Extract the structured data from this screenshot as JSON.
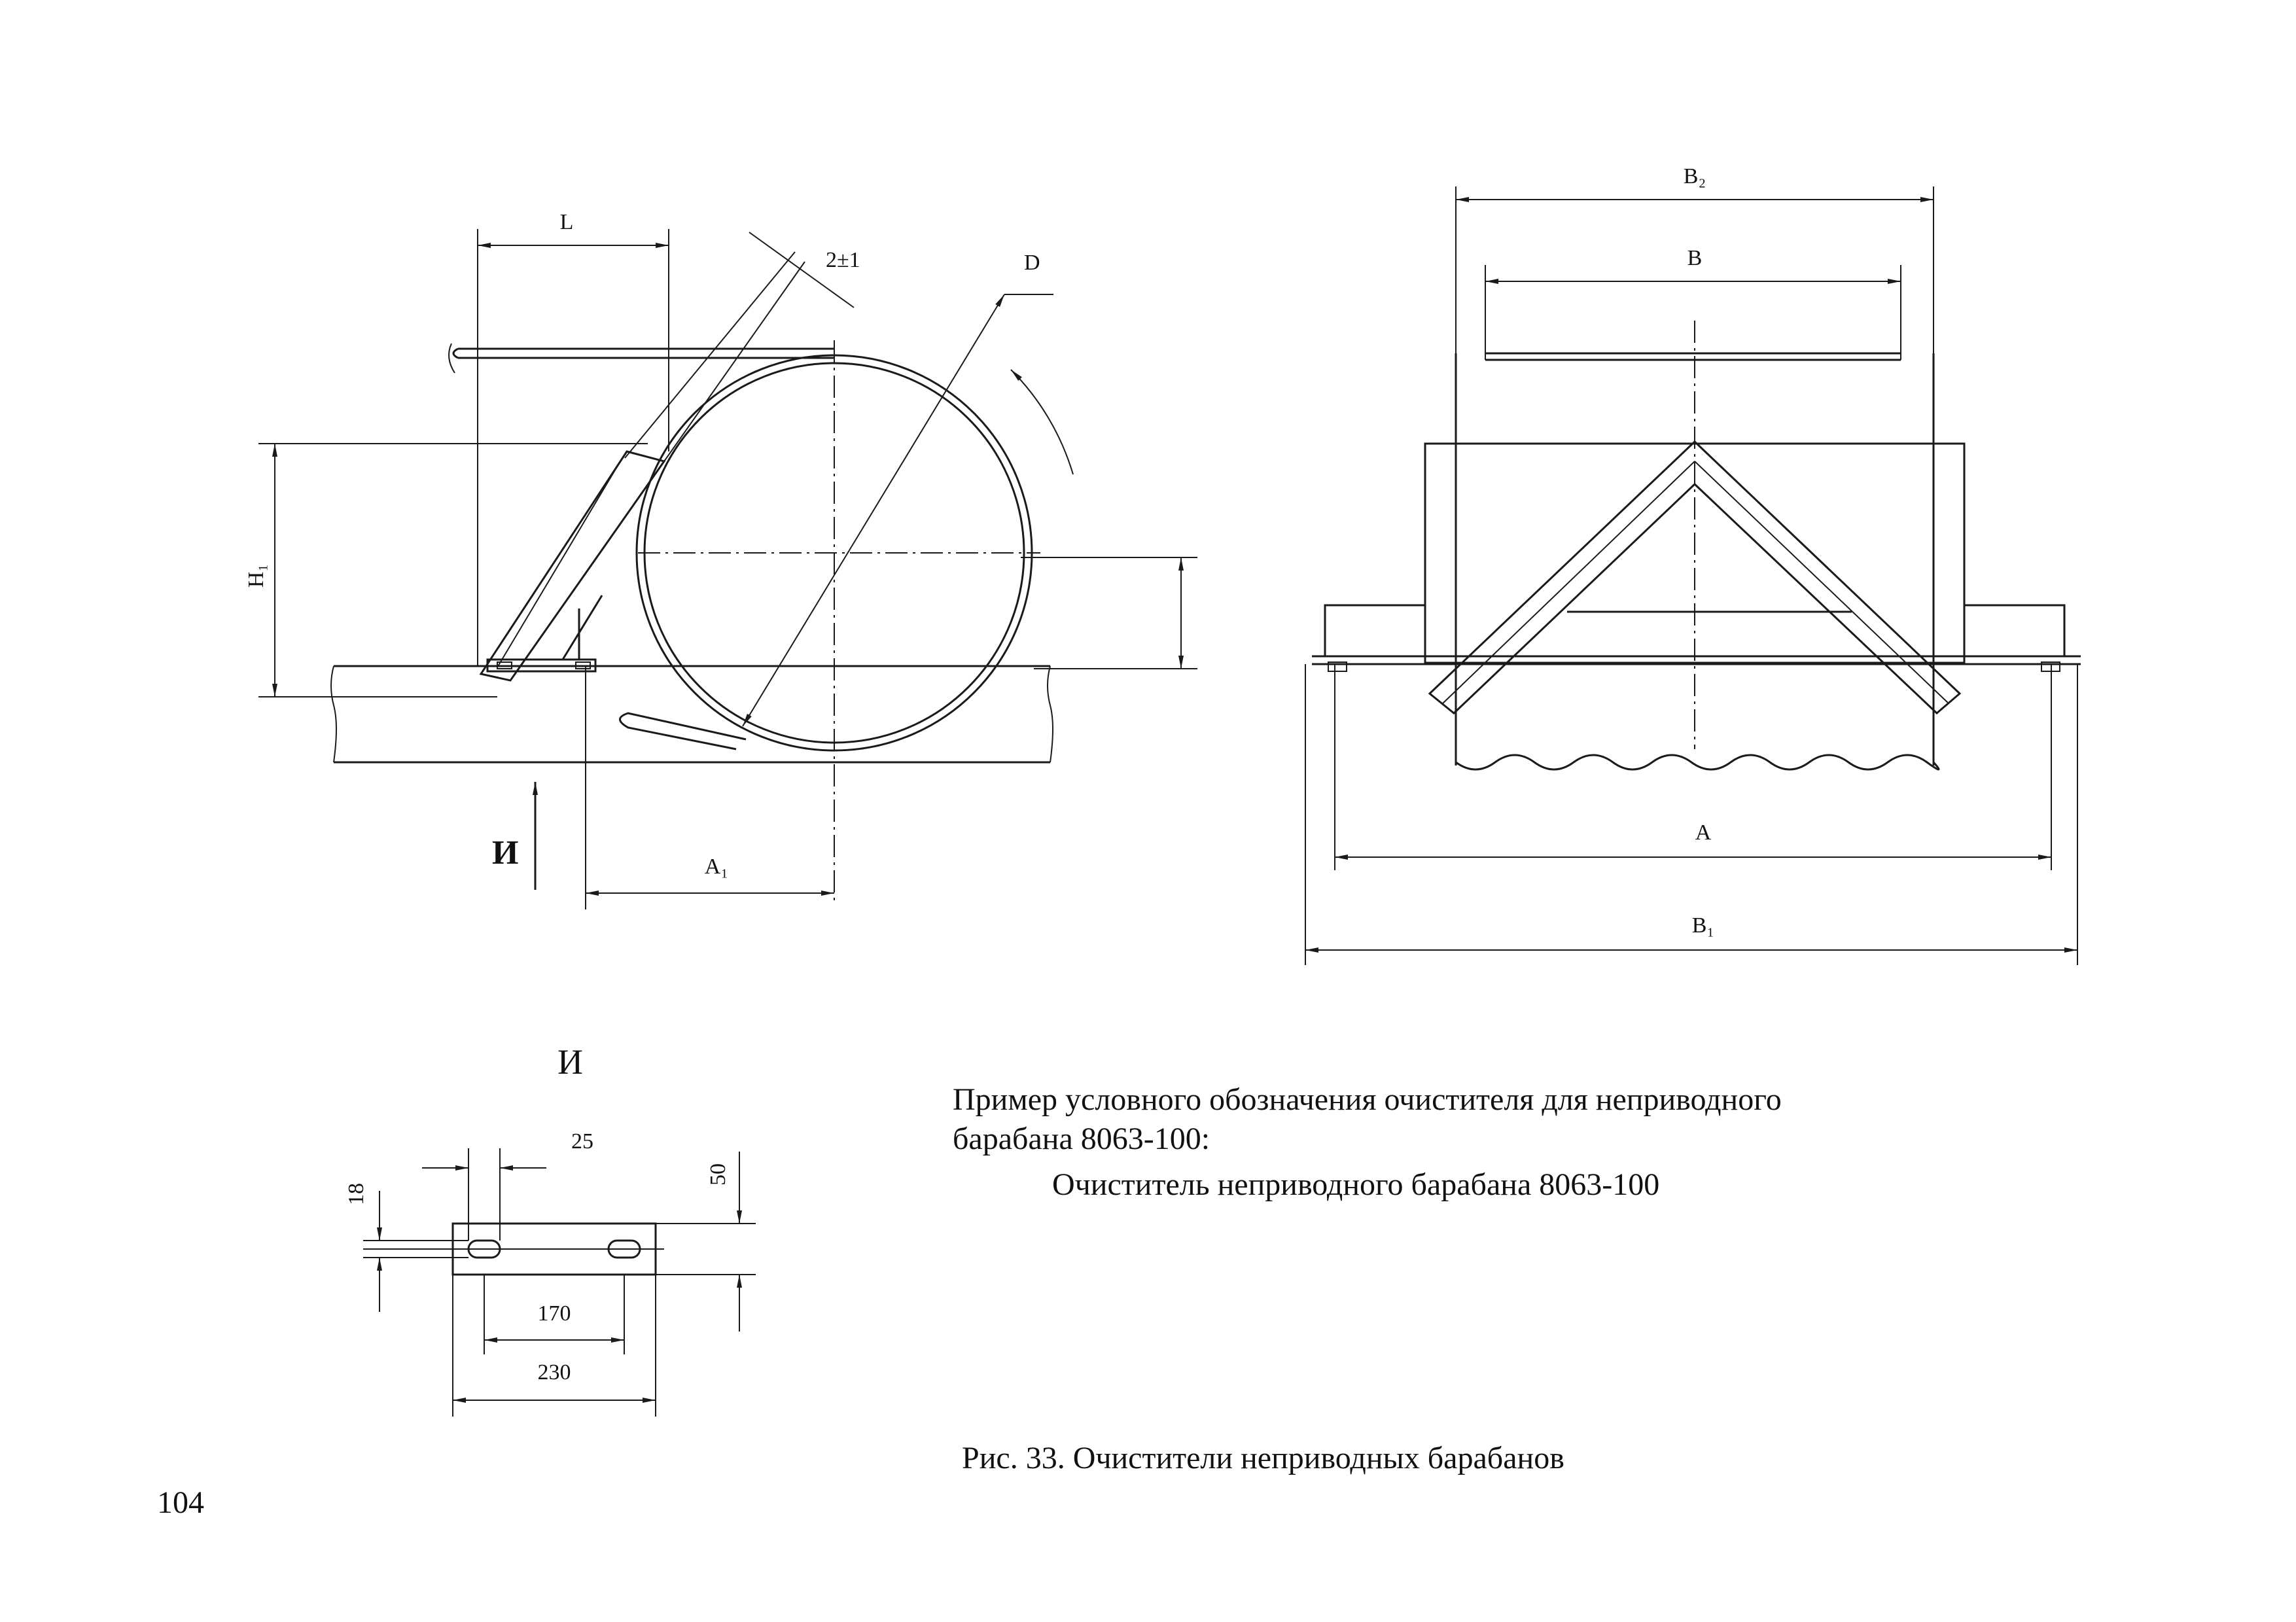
{
  "figure": {
    "caption": "Рис. 33. Очистители неприводных барабанов",
    "page_number": "104"
  },
  "designation_example": {
    "line1": "Пример условного обозначения очистителя для неприводного",
    "line2": "барабана 8063-100:",
    "line3": "Очиститель неприводного барабана 8063-100"
  },
  "side_view": {
    "dim_L": "L",
    "dim_gap": "2±1",
    "dim_D": "D",
    "dim_H1": "H₁",
    "dim_A1": "A₁",
    "view_marker": "И"
  },
  "front_view": {
    "dim_B2": "B₂",
    "dim_B": "B",
    "dim_A": "A",
    "dim_B1": "B₁"
  },
  "detail_view": {
    "title": "И",
    "dim_25": "25",
    "dim_18": "18",
    "dim_50": "50",
    "dim_170": "170",
    "dim_230": "230"
  }
}
